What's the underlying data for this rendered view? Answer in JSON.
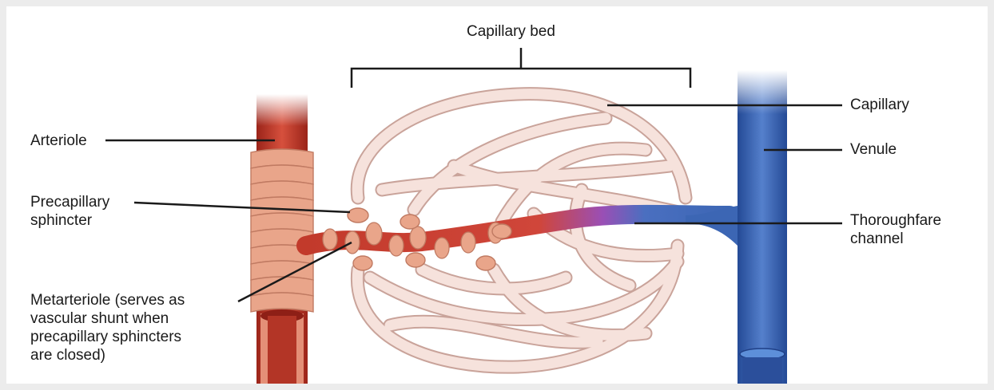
{
  "labels": {
    "capillary_bed": "Capillary bed",
    "capillary": "Capillary",
    "arteriole": "Arteriole",
    "venule": "Venule",
    "precapillary_sphincter": "Precapillary\nsphincter",
    "thoroughfare_channel": "Thoroughfare\nchannel",
    "metarteriole": "Metarteriole (serves as\nvascular shunt when\nprecapillary sphincters\nare closed)"
  },
  "colors": {
    "artery": "#c23a2b",
    "artery_dark": "#8e1f16",
    "smooth_muscle": "#e9a58a",
    "capillary": "#f6e2dc",
    "capillary_outline": "#c9a39a",
    "vein": "#3c66b4",
    "vein_dark": "#1f3f86",
    "transition": "#8a4fb0",
    "leader_line": "#1a1a1a"
  }
}
